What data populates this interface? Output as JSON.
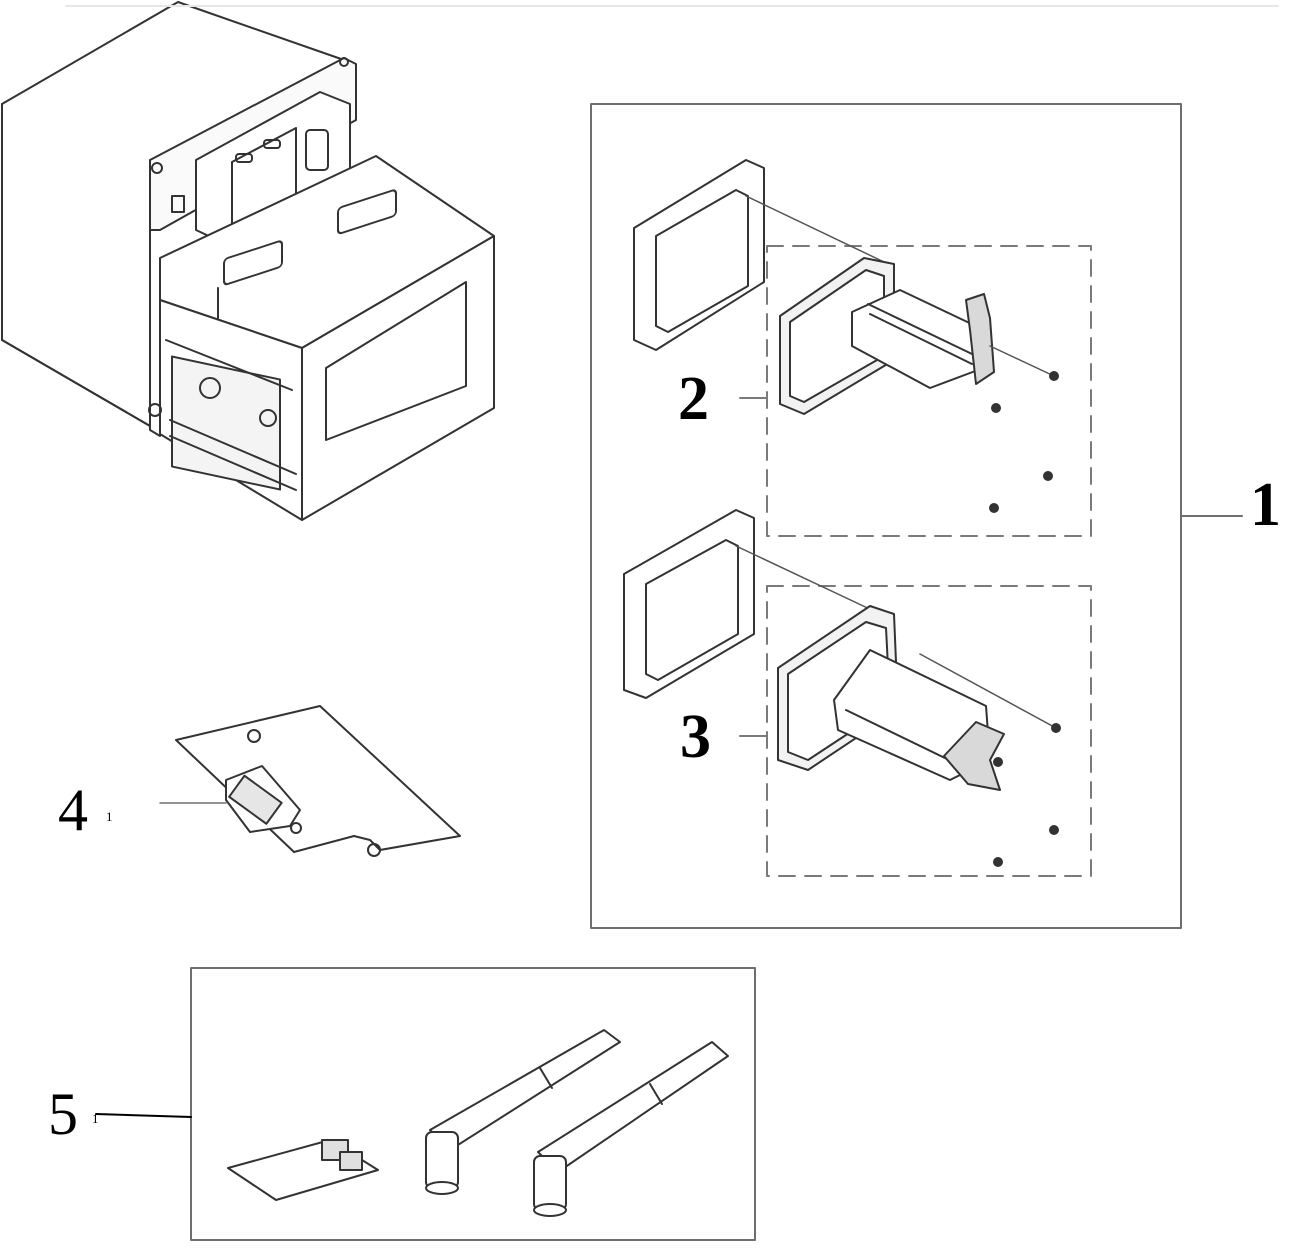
{
  "callouts": {
    "c1": "1",
    "c2": "2",
    "c3": "3",
    "c4": "4",
    "c4_sub": "1",
    "c5": "5",
    "c5_sub": "1"
  },
  "colors": {
    "line": "#333333",
    "frame": "#6e6e6e",
    "dash": "#7a7a7a",
    "fill_light": "#f2f2f2",
    "fill_mid": "#d9d9d9"
  }
}
